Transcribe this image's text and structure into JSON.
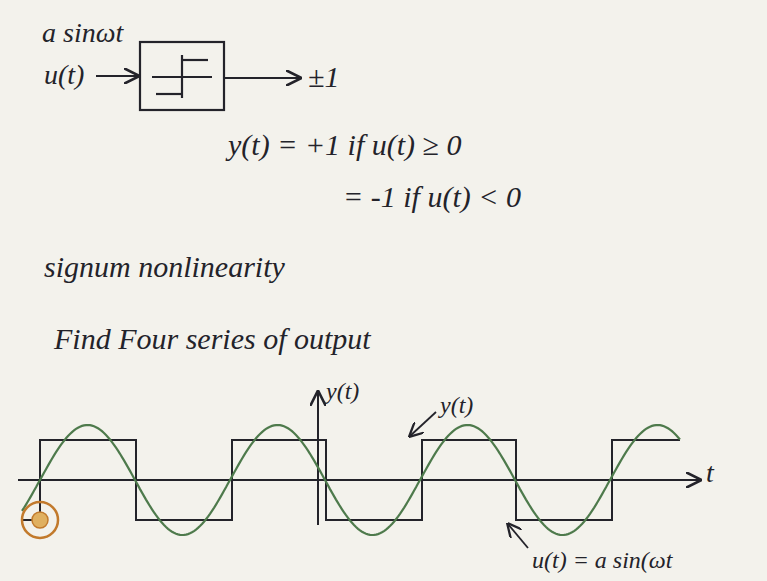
{
  "diagram": {
    "labels": [
      "a sinωt",
      "u(t)",
      "±1",
      "y(t) = +1 if u(t) ≥ 0",
      "= -1 if u(t) < 0",
      "signum nonlinearity",
      "Find Four series of output",
      "y(t)",
      "y(t)",
      "t",
      "u(t) = a sin(ωt"
    ]
  }
}
